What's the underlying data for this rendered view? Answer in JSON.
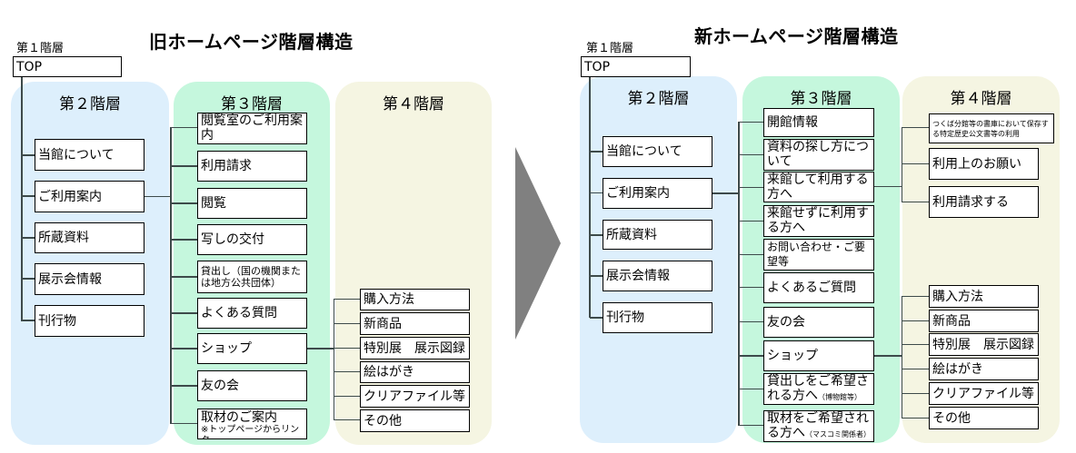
{
  "old": {
    "title": "旧ホームページ階層構造",
    "tier1_label": "第１階層",
    "top": "TOP",
    "tier2_title": "第２階層",
    "tier3_title": "第３階層",
    "tier4_title": "第４階層",
    "tier2": [
      "当館について",
      "ご利用案内",
      "所蔵資料",
      "展示会情報",
      "刊行物"
    ],
    "tier3": [
      {
        "text": "閲覧室のご利用案内"
      },
      {
        "text": "利用請求"
      },
      {
        "text": "閲覧"
      },
      {
        "text": "写しの交付"
      },
      {
        "text": "貸出し（国の機関または地方公共団体）"
      },
      {
        "text": "よくある質問"
      },
      {
        "text": "ショップ"
      },
      {
        "text": "友の会"
      },
      {
        "text": "取材のご案内",
        "sub": "※トップページからリンク"
      }
    ],
    "tier4": [
      "購入方法",
      "新商品",
      "特別展　展示図録",
      "絵はがき",
      "クリアファイル等",
      "その他"
    ]
  },
  "new": {
    "title": "新ホームページ階層構造",
    "tier1_label": "第１階層",
    "top": "TOP",
    "tier2_title": "第２階層",
    "tier3_title": "第３階層",
    "tier4_title": "第４階層",
    "tier2": [
      "当館について",
      "ご利用案内",
      "所蔵資料",
      "展示会情報",
      "刊行物"
    ],
    "tier3": [
      {
        "text": "開館情報"
      },
      {
        "text": "資料の探し方について"
      },
      {
        "text": "来館して利用する方へ"
      },
      {
        "text": "来館せずに利用する方へ"
      },
      {
        "text": "お問い合わせ・ご要望等"
      },
      {
        "text": "よくあるご質問"
      },
      {
        "text": "友の会"
      },
      {
        "text": "ショップ"
      },
      {
        "text": "貸出しをご希望される方へ",
        "note": "（博物館等）"
      },
      {
        "text": "取材をご希望される方へ",
        "note": "（マスコミ関係者）"
      }
    ],
    "tier4_visit": [
      "つくば分館等の書庫において保存する特定歴史公文書等の利用",
      "利用上のお願い",
      "利用請求する"
    ],
    "tier4_shop": [
      "購入方法",
      "新商品",
      "特別展　展示図録",
      "絵はがき",
      "クリアファイル等",
      "その他"
    ]
  }
}
